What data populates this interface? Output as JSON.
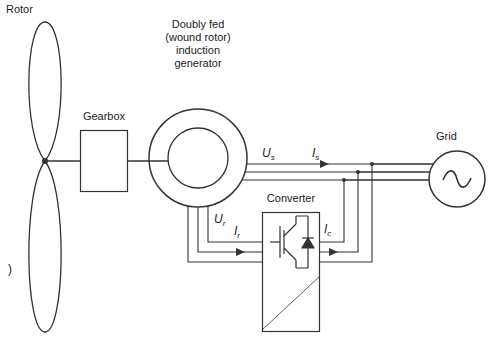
{
  "diagram": {
    "nodes": [
      {
        "text": [
          "Rotor"
        ]
      },
      {
        "text": [
          "Gearbox"
        ]
      },
      {
        "text": [
          "Doubly fed (wound rotor) induction generator"
        ]
      },
      {
        "text": [
          "Grid"
        ]
      },
      {
        "text": [
          "Converter"
        ]
      }
    ],
    "edges": [
      {
        "from": 0,
        "to": 1,
        "arrow": "none"
      },
      {
        "from": 1,
        "to": 2,
        "arrow": "none"
      },
      {
        "from": 2,
        "to": 3,
        "arrow": "none"
      },
      {
        "from": 2,
        "to": 4,
        "arrow": "none"
      },
      {
        "from": 4,
        "to": 3,
        "arrow": "none"
      }
    ],
    "labels": [
      "Us",
      "Is",
      "Ur",
      "Ir",
      "Ic",
      ")"
    ]
  }
}
